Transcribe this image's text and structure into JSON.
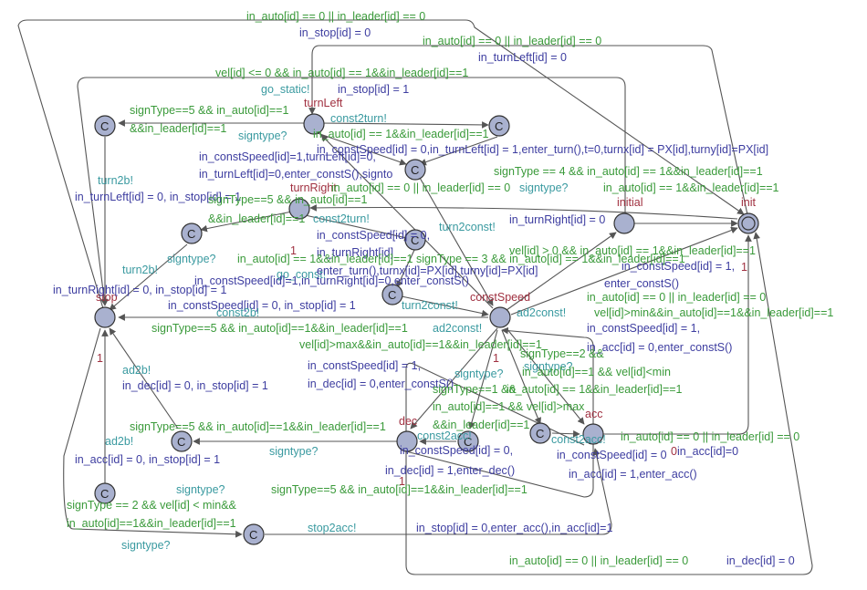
{
  "locations": {
    "turnLeft": "turnLeft",
    "turnRight": "turnRight",
    "stop": "stop",
    "constSpeed": "constSpeed",
    "initial": "initial",
    "init": "init",
    "dec": "dec",
    "acc": "acc",
    "committed": "C"
  },
  "marks": {
    "one": "1",
    "zero": "0"
  },
  "labels": {
    "g_top_auto_leader": "in_auto[id] == 0 || in_leader[id] == 0",
    "b_top_stop": "in_stop[id] = 0",
    "g_top2_auto_leader": "in_auto[id] == 0 || in_leader[id] == 0",
    "b_turnleft_reset": "in_turnLeft[id] = 0",
    "g_vel_static": "vel[id] <= 0 && in_auto[id] == 1&&in_leader[id]==1",
    "t_go_static": "go_static!",
    "b_stop1": "in_stop[id] = 1",
    "g_sign5_a": "signType==5 && in_auto[id]==1",
    "g_sign5_a2": "&&in_leader[id]==1",
    "t_const2turn": "const2turn!",
    "t_signtype1": "signtype?",
    "g_auto_leader1": "in_auto[id] == 1&&in_leader[id]==1",
    "b_turn_assign": "in_constSpeed[id] = 0,in_turnLeft[id] = 1,enter_turn(),t=0,turnx[id] = PX[id],turny[id]=PX[id]",
    "b_cs1_left": "in_constSpeed[id]=1,turnLeft[id]=0,",
    "b_turnleft_enter": "in_turnLeft[id]=0,enter_constS(),signto",
    "g_sign4": "signType == 4 && in_auto[id] == 1&&in_leader[id]==1",
    "g_auto_leader2": "in_auto[id] == 1&&in_leader[id]==1",
    "t_turn2b_a": "turn2b!",
    "b_turnleft_stop": "in_turnLeft[id] = 0, in_stop[id] = 1",
    "g_sign5_b": "signType==5 && in_auto[id]==1",
    "g_sign5_b2": "&&in_leader[id]==1",
    "t_const2turn2": "const2turn!",
    "g_auto_leader_or": "in_auto[id] == 0 || in_leader[id] == 0",
    "t_signtype2": "signtype?",
    "b_turnright_reset": "in_turnRight[id] = 0",
    "t_turn2const1": "turn2const!",
    "b_cs0": "in_constSpeed[id] = 0,",
    "b_turnright1": "in_turnRight[id]",
    "g_vel_pos": "vel[id] > 0 && in_auto[id] == 1&&in_leader[id]==1",
    "b_cs1_init": "in_constSpeed[id] = 1,",
    "g_auto_leader_sign3": "in_auto[id] == 1&&in_leader[id]==1 signType == 3 && in_auto[id] == 1&&in_leader[id]==1",
    "t_signtype3": "signtype?",
    "t_go_const": "go_const!",
    "b_enter_turn": "enter_turn(),turnx[id]=PX[id],turny[id]=PX[id]",
    "b_cs1_right": "in_constSpeed[id]=1,in_turnRight[id]=0,enter_constS()",
    "b_enter_consts": "enter_constS()",
    "t_turn2b_b": "turn2b!",
    "b_turnright_stop": "in_turnRight[id] = 0, in_stop[id] = 1",
    "b_cs0_stop": "in_constSpeed[id] = 0, in_stop[id] = 1",
    "t_turn2const2": "turn2const!",
    "t_const2b": "const2b!",
    "g_auto_or2": "in_auto[id] == 0 || in_leader[id] == 0",
    "g_vel_min": "vel[id]>min&&in_auto[id]==1&&in_leader[id]==1",
    "b_cs1_b": "in_constSpeed[id] = 1,",
    "b_acc0": "in_acc[id] = 0,enter_constS()",
    "g_sign5_c": "signType==5 && in_auto[id]==1&&in_leader[id]==1",
    "t_ad2const_a": "ad2const!",
    "t_ad2const_b": "ad2const!",
    "g_vel_max": "vel[id]>max&&in_auto[id]==1&&in_leader[id]==1",
    "g_sign2_a": "signType==2 &&",
    "t_signtype4": "signtype?",
    "g_auto_velmin": "in_auto[id]==1 && vel[id]<min",
    "t_ad2b_a": "ad2b!",
    "b_dec0_stop": "in_dec[id] = 0, in_stop[id] = 1",
    "b_cs1_c": "in_constSpeed[id] = 1,",
    "b_dec0": "in_dec[id] = 0,enter_constS()",
    "t_signtype5": "signtype?",
    "g_sign1": "signType==1 &&",
    "g_auto_leader3": "in_auto[id] == 1&&in_leader[id]==1",
    "g_auto_velmax": "in_auto[id]==1 && vel[id]>max",
    "g_leader_only": "&&in_leader[id]==1",
    "g_sign5_d": "signType==5 && in_auto[id]==1&&in_leader[id]==1",
    "t_ad2b_b": "ad2b!",
    "b_acc0_stop": "in_acc[id] = 0, in_stop[id] = 1",
    "t_signtype6": "signtype?",
    "t_const2acc": "const2acc!",
    "t_const2acc2": "const2acc!",
    "g_auto_or3": "in_auto[id] == 0 || in_leader[id] == 0",
    "b_cs0_b": "in_constSpeed[id] = 0,",
    "b_acc0_b": "in_acc[id]=0",
    "b_dec1": "in_dec[id] = 1,enter_dec()",
    "b_acc1": "in_acc[id] = 1,enter_acc()",
    "b_cs0_c": "in_constSpeed[id] = 0",
    "t_signtype7": "signtype?",
    "g_sign5_e": "signType==5 && in_auto[id]==1&&in_leader[id]==1",
    "g_sign2_b": "signType == 2 && vel[id] < min&&",
    "g_sign2_b2": "in_auto[id]==1&&in_leader[id]==1",
    "t_stop2acc": "stop2acc!",
    "b_stop_acc": "in_stop[id] = 0,enter_acc(),in_acc[id]=1",
    "t_signtype8": "signtype?",
    "g_bottom_or": "in_auto[id] == 0 || in_leader[id] == 0",
    "b_dec0_b": "in_dec[id] = 0"
  }
}
